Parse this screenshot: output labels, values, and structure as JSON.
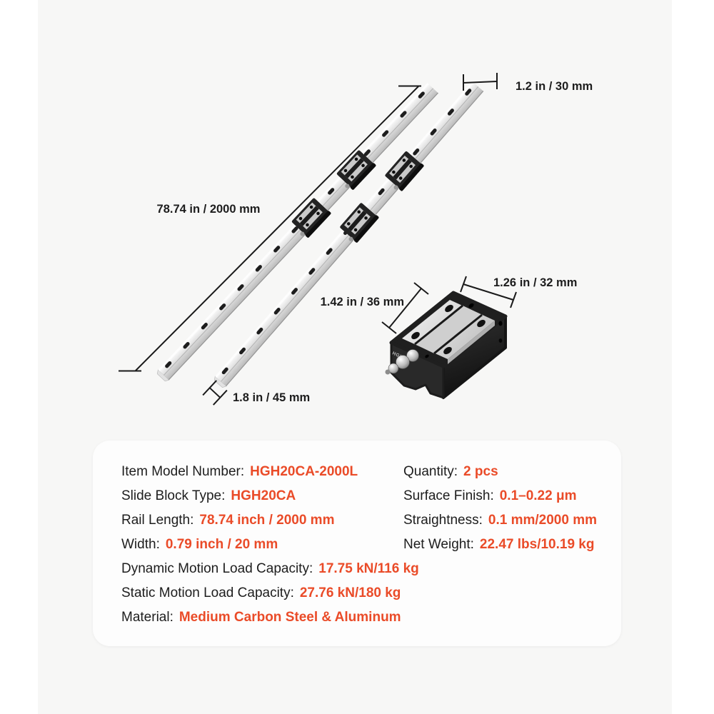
{
  "colors": {
    "accent": "#ea4b28",
    "ink": "#1d1d1d",
    "stage_bg": "#f7f7f6",
    "card_bg": "#fdfdfd"
  },
  "diagram": {
    "rail_length_label": "78.74 in / 2000 mm",
    "rail_height_label": "1.2 in / 30 mm",
    "rail_base_label": "1.8 in / 45 mm",
    "block_length_label": "1.42 in / 36 mm",
    "block_width_label": "1.26 in / 32 mm",
    "block_engraving": "HGH20"
  },
  "specs": {
    "left": [
      {
        "label": "Item Model Number:",
        "value": "HGH20CA-2000L"
      },
      {
        "label": "Slide Block Type:",
        "value": "HGH20CA"
      },
      {
        "label": "Rail Length:",
        "value": "78.74 inch / 2000 mm"
      },
      {
        "label": "Width:",
        "value": "0.79 inch / 20 mm"
      },
      {
        "label": "Dynamic Motion Load Capacity:",
        "value": "17.75 kN/116 kg"
      },
      {
        "label": "Static Motion Load Capacity:",
        "value": "27.76 kN/180 kg"
      },
      {
        "label": "Material:",
        "value": "Medium Carbon Steel & Aluminum"
      }
    ],
    "right": [
      {
        "label": "Quantity:",
        "value": "2 pcs"
      },
      {
        "label": "Surface Finish:",
        "value": "0.1–0.22 μm"
      },
      {
        "label": "Straightness:",
        "value": "0.1 mm/2000 mm"
      },
      {
        "label": "Net Weight:",
        "value": "22.47 lbs/10.19 kg"
      }
    ]
  }
}
